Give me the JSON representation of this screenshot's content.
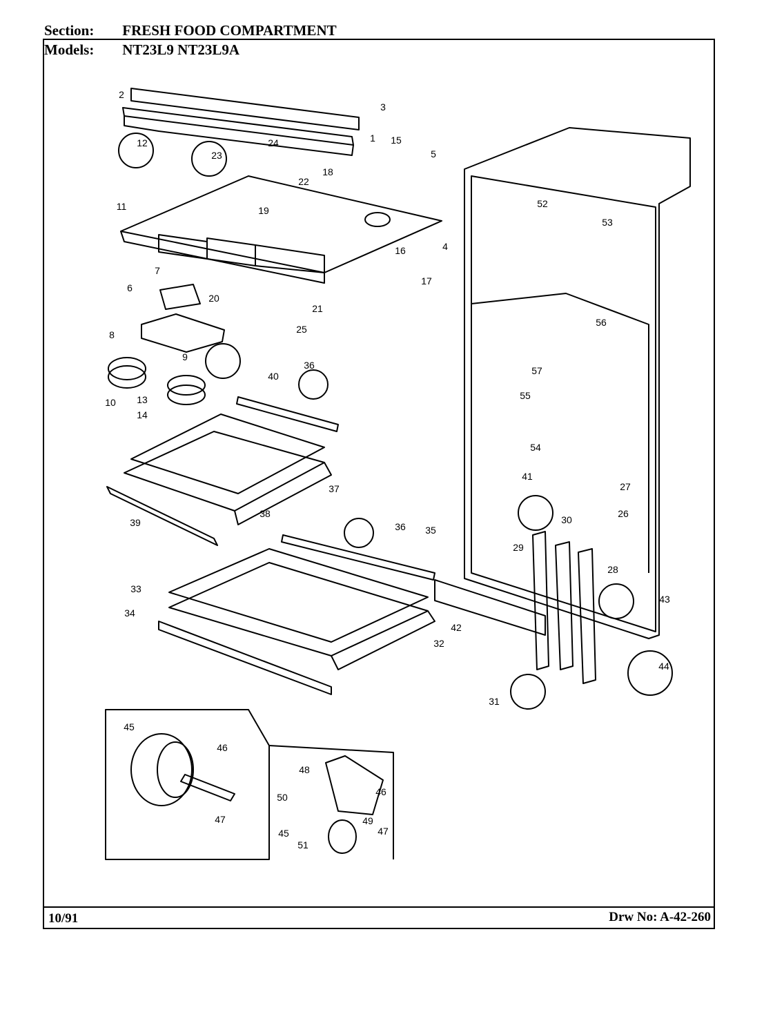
{
  "header": {
    "section_label": "Section:",
    "section_value": "FRESH FOOD COMPARTMENT",
    "models_label": "Models:",
    "models_value": "NT23L9  NT23L9A"
  },
  "footer": {
    "date": "10/91",
    "drawing_number": "Drw No: A-42-260"
  },
  "callouts": [
    "1",
    "2",
    "3",
    "4",
    "5",
    "6",
    "7",
    "8",
    "9",
    "10",
    "11",
    "12",
    "13",
    "14",
    "15",
    "16",
    "17",
    "18",
    "19",
    "20",
    "21",
    "22",
    "23",
    "24",
    "25",
    "26",
    "27",
    "28",
    "29",
    "30",
    "31",
    "32",
    "33",
    "34",
    "35",
    "36",
    "36",
    "37",
    "38",
    "39",
    "40",
    "41",
    "42",
    "43",
    "44",
    "45",
    "45",
    "46",
    "46",
    "47",
    "47",
    "48",
    "49",
    "50",
    "51",
    "52",
    "53",
    "54",
    "55",
    "56",
    "57"
  ]
}
